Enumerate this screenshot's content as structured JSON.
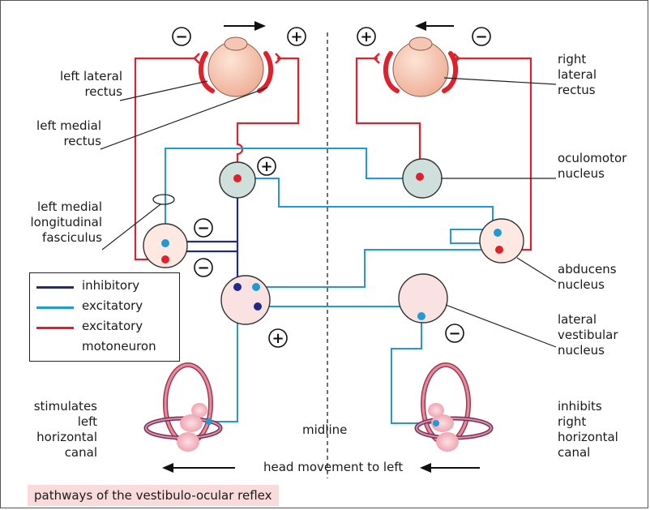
{
  "labels": {
    "left_lateral_rectus": [
      "left lateral",
      "rectus"
    ],
    "left_medial_rectus": [
      "left medial",
      "rectus"
    ],
    "left_mlf": [
      "left medial",
      "longitudinal",
      "fasciculus"
    ],
    "right_lateral_rectus": [
      "right",
      "lateral",
      "rectus"
    ],
    "oculomotor_nucleus": [
      "oculomotor",
      "nucleus"
    ],
    "abducens_nucleus": [
      "abducens",
      "nucleus"
    ],
    "lateral_vestibular_nucleus": [
      "lateral",
      "vestibular",
      "nucleus"
    ],
    "left_canal": [
      "stimulates",
      "left",
      "horizontal",
      "canal"
    ],
    "right_canal": [
      "inhibits",
      "right",
      "horizontal",
      "canal"
    ],
    "midline": "midline",
    "head_movement": "head movement to left"
  },
  "signs": {
    "plus": "+",
    "minus": "−"
  },
  "legend": [
    {
      "label": "inhibitory",
      "color": "#1f2a8a"
    },
    {
      "label": "excitatory",
      "color": "#1e9ad6"
    },
    {
      "label": "excitatory",
      "color": "#e0202a"
    },
    {
      "label": "motoneuron",
      "color": ""
    }
  ],
  "caption": "pathways of the vestibulo-ocular reflex",
  "colors": {
    "inhibitory": "#1f2a8a",
    "excitatory": "#1e9ad6",
    "motoneuron": "#e0202a",
    "eyeball": "#f6c9b4",
    "nucleus_green": "#cfe0dc",
    "nucleus_pink": "#fbe2e2",
    "canal": "#e67a8e",
    "caption_bg": "#fadada"
  }
}
